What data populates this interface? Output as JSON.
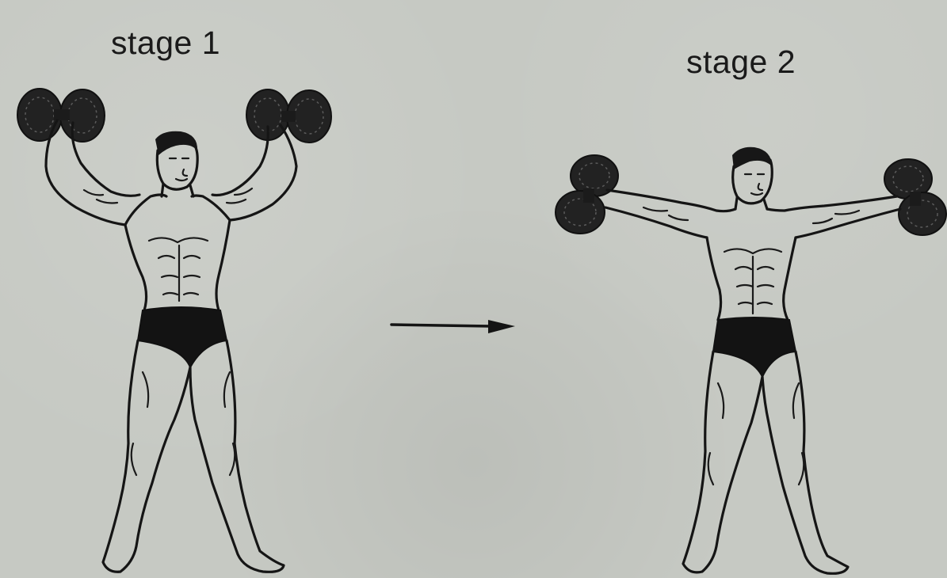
{
  "stages": [
    {
      "label": "stage 1"
    },
    {
      "label": "stage 2"
    }
  ],
  "icons": {
    "transition": "right-arrow-icon",
    "figure": "bodybuilder-figure",
    "weight": "dumbbell-icon"
  },
  "colors": {
    "background": "#c6c9c3",
    "ink": "#151515"
  }
}
